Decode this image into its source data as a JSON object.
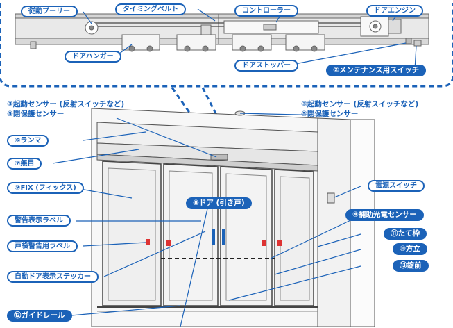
{
  "top_labels": {
    "driven_pulley": "従動プーリー",
    "timing_belt": "タイミングベルト",
    "controller": "コントローラー",
    "door_engine": "ドアエンジン",
    "door_hanger": "ドアハンガー",
    "door_stopper": "ドアストッパー",
    "maintenance_switch": "②メンテナンス用スイッチ"
  },
  "left_labels": {
    "sensor_left_line1": "③起動センサー (反射スイッチなど)",
    "sensor_left_line2": "⑤閉保護センサー",
    "transom": "⑥ランマ",
    "mumei": "⑦無目",
    "fix": "⑨FIX (フィックス)",
    "warning_label": "警告表示ラベル",
    "pocket_warning_label": "戸袋警告用ラベル",
    "auto_door_sticker": "自動ドア表示ステッカー",
    "guide_rail": "⑫ガイドレール"
  },
  "right_labels": {
    "sensor_right_line1": "③起動センサー (反射スイッチなど)",
    "sensor_right_line2": "⑤閉保護センサー",
    "power_switch": "電源スイッチ",
    "aux_sensor": "④補助光電センサー",
    "vertical_frame": "⑪たて枠",
    "mullion": "⑩方立",
    "lock_front": "⑬錠前"
  },
  "door_label": "⑧ドア (引き戸)",
  "colors": {
    "accent": "#1b62b8",
    "frame": "#555555",
    "glass": "#ececec"
  }
}
